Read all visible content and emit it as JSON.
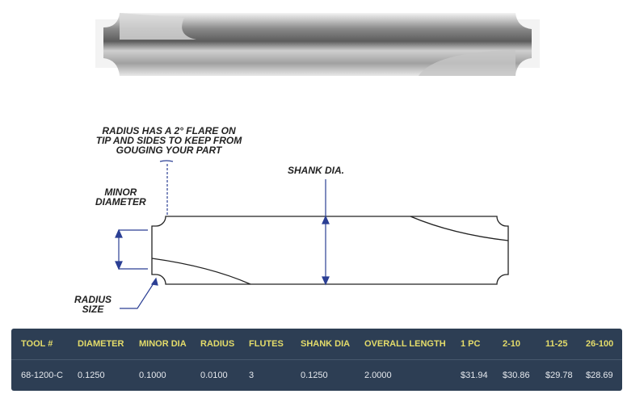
{
  "note": {
    "lines": [
      "RADIUS HAS A 2° FLARE ON",
      "TIP AND SIDES TO KEEP FROM",
      "GOUGING YOUR PART"
    ]
  },
  "labels": {
    "shank": "SHANK DIA.",
    "minor": [
      "MINOR",
      "DIAMETER"
    ],
    "radius": [
      "RADIUS",
      "SIZE"
    ]
  },
  "table": {
    "headers": [
      "TOOL #",
      "DIAMETER",
      "MINOR DIA",
      "RADIUS",
      "FLUTES",
      "SHANK DIA",
      "OVERALL LENGTH",
      "1 PC",
      "2-10",
      "11-25",
      "26-100"
    ],
    "rows": [
      [
        "68-1200-C",
        "0.1250",
        "0.1000",
        "0.0100",
        "3",
        "0.1250",
        "2.0000",
        "$31.94",
        "$30.86",
        "$29.78",
        "$28.69"
      ]
    ]
  },
  "colors": {
    "header_bg": "#2d3e54",
    "header_text": "#e4dc6a",
    "dimension": "#2b3f94"
  }
}
